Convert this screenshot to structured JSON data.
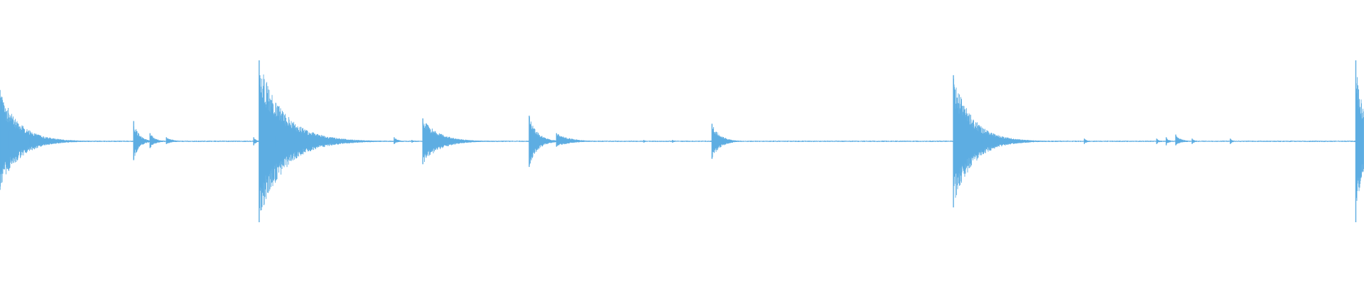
{
  "waveform": {
    "color": "#5dade2",
    "background": "#ffffff",
    "baseline_amplitude": 0.004,
    "peak_scale": 0.6,
    "transients": [
      {
        "id": "t01",
        "time": 0.0,
        "amp": 0.38,
        "neg": 0.36,
        "decay": 0.014
      },
      {
        "id": "t02",
        "time": 0.007,
        "amp": 0.08,
        "neg": 0.06,
        "decay": 0.006
      },
      {
        "id": "t03",
        "time": 0.022,
        "amp": 0.04,
        "neg": 0.03,
        "decay": 0.004
      },
      {
        "id": "t04",
        "time": 0.098,
        "amp": 0.15,
        "neg": 0.14,
        "decay": 0.004
      },
      {
        "id": "t05",
        "time": 0.11,
        "amp": 0.06,
        "neg": 0.05,
        "decay": 0.004
      },
      {
        "id": "t06",
        "time": 0.122,
        "amp": 0.03,
        "neg": 0.02,
        "decay": 0.005
      },
      {
        "id": "t07",
        "time": 0.186,
        "amp": 0.03,
        "neg": 0.03,
        "decay": 0.002
      },
      {
        "id": "t08",
        "time": 0.19,
        "amp": 0.6,
        "neg": 0.6,
        "decay": 0.018
      },
      {
        "id": "t09",
        "time": 0.202,
        "amp": 0.04,
        "neg": 0.04,
        "decay": 0.006
      },
      {
        "id": "t10",
        "time": 0.216,
        "amp": 0.02,
        "neg": 0.02,
        "decay": 0.004
      },
      {
        "id": "t11",
        "time": 0.289,
        "amp": 0.03,
        "neg": 0.02,
        "decay": 0.003
      },
      {
        "id": "t12",
        "time": 0.302,
        "amp": 0.01,
        "neg": 0.01,
        "decay": 0.002
      },
      {
        "id": "t13",
        "time": 0.31,
        "amp": 0.17,
        "neg": 0.17,
        "decay": 0.012
      },
      {
        "id": "t14",
        "time": 0.388,
        "amp": 0.19,
        "neg": 0.19,
        "decay": 0.006
      },
      {
        "id": "t15",
        "time": 0.396,
        "amp": 0.03,
        "neg": 0.03,
        "decay": 0.005
      },
      {
        "id": "t16",
        "time": 0.408,
        "amp": 0.06,
        "neg": 0.04,
        "decay": 0.01
      },
      {
        "id": "t17",
        "time": 0.472,
        "amp": 0.01,
        "neg": 0.01,
        "decay": 0.002
      },
      {
        "id": "t18",
        "time": 0.493,
        "amp": 0.01,
        "neg": 0.01,
        "decay": 0.002
      },
      {
        "id": "t19",
        "time": 0.522,
        "amp": 0.13,
        "neg": 0.13,
        "decay": 0.006
      },
      {
        "id": "t20",
        "time": 0.53,
        "amp": 0.02,
        "neg": 0.02,
        "decay": 0.003
      },
      {
        "id": "t21",
        "time": 0.699,
        "amp": 0.49,
        "neg": 0.49,
        "decay": 0.014
      },
      {
        "id": "t22",
        "time": 0.72,
        "amp": 0.02,
        "neg": 0.02,
        "decay": 0.004
      },
      {
        "id": "t23",
        "time": 0.795,
        "amp": 0.02,
        "neg": 0.02,
        "decay": 0.002
      },
      {
        "id": "t24",
        "time": 0.848,
        "amp": 0.02,
        "neg": 0.02,
        "decay": 0.002
      },
      {
        "id": "t25",
        "time": 0.855,
        "amp": 0.03,
        "neg": 0.03,
        "decay": 0.002
      },
      {
        "id": "t26",
        "time": 0.862,
        "amp": 0.05,
        "neg": 0.03,
        "decay": 0.004
      },
      {
        "id": "t27",
        "time": 0.874,
        "amp": 0.02,
        "neg": 0.02,
        "decay": 0.002
      },
      {
        "id": "t28",
        "time": 0.902,
        "amp": 0.02,
        "neg": 0.02,
        "decay": 0.002
      },
      {
        "id": "t29",
        "time": 0.994,
        "amp": 0.6,
        "neg": 0.6,
        "decay": 0.006
      }
    ]
  }
}
